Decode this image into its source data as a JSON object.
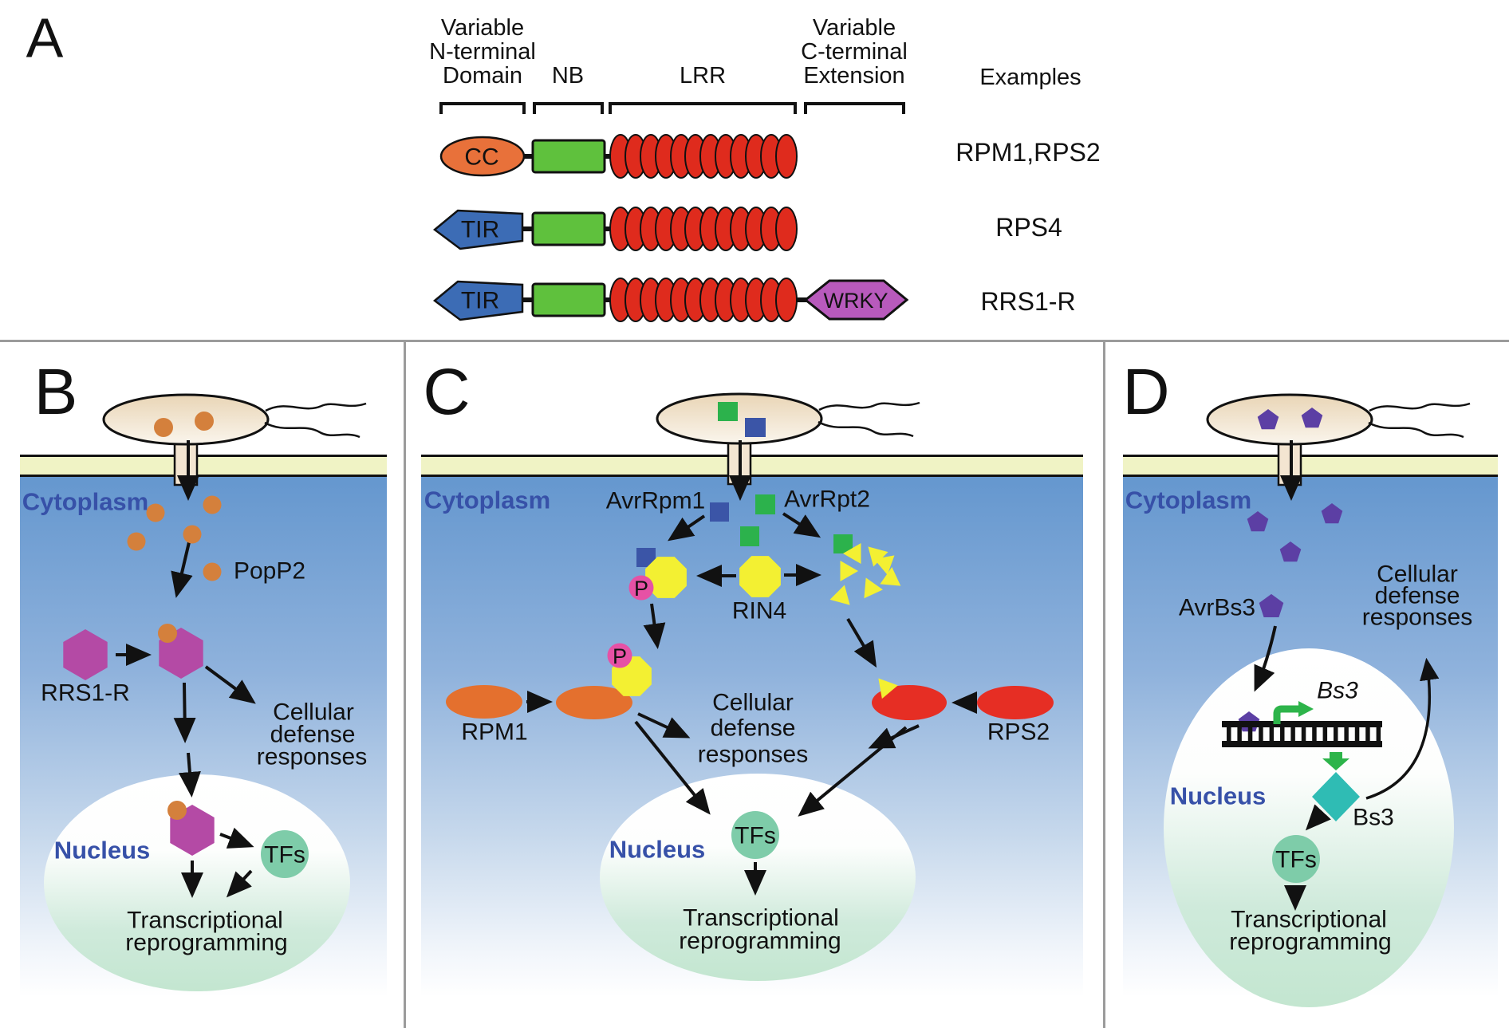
{
  "panelA": {
    "label": "A",
    "headers": {
      "n_terminal": [
        "Variable",
        "N-terminal",
        "Domain"
      ],
      "nb": "NB",
      "lrr": "LRR",
      "c_terminal": [
        "Variable",
        "C-terminal",
        "Extension"
      ],
      "examples": "Examples"
    },
    "rows": [
      {
        "n_domain": "CC",
        "example": "RPM1,RPS2"
      },
      {
        "n_domain": "TIR",
        "example": "RPS4"
      },
      {
        "n_domain": "TIR",
        "c_extension": "WRKY",
        "example": "RRS1-R"
      }
    ]
  },
  "panelB": {
    "label": "B",
    "cytoplasm": "Cytoplasm",
    "effector": "PopP2",
    "receptor": "RRS1-R",
    "defense": [
      "Cellular",
      "defense",
      "responses"
    ],
    "nucleus": "Nucleus",
    "tfs": "TFs",
    "reprogramming": [
      "Transcriptional",
      "reprogramming"
    ]
  },
  "panelC": {
    "label": "C",
    "cytoplasm": "Cytoplasm",
    "effector1": "AvrRpm1",
    "effector2": "AvrRpt2",
    "guardee": "RIN4",
    "phospho": "P",
    "receptor1": "RPM1",
    "receptor2": "RPS2",
    "defense": [
      "Cellular",
      "defense",
      "responses"
    ],
    "nucleus": "Nucleus",
    "tfs": "TFs",
    "reprogramming": [
      "Transcriptional",
      "reprogramming"
    ]
  },
  "panelD": {
    "label": "D",
    "cytoplasm": "Cytoplasm",
    "effector": "AvrBs3",
    "gene": "Bs3",
    "protein": "Bs3",
    "defense": [
      "Cellular",
      "defense",
      "responses"
    ],
    "nucleus": "Nucleus",
    "tfs": "TFs",
    "reprogramming": [
      "Transcriptional",
      "reprogramming"
    ]
  },
  "colors": {
    "cc_orange": "#e8713a",
    "tir_blue": "#3c6cb5",
    "nb_green": "#5fc13d",
    "lrr_red": "#df2b1d",
    "wrky_purple": "#b85abc",
    "rrs1_magenta": "#b44aa5",
    "popp2_orange": "#d4803c",
    "rin4_yellow": "#f3f032",
    "phospho_pink": "#e651a5",
    "avrrpm1_blue": "#3b55a7",
    "avrrpt2_green": "#2cb24c",
    "rpm1_orange": "#e4702e",
    "rps2_red": "#e62e24",
    "avrbs3_purple": "#5c3fa4",
    "bs3_teal": "#2fbcb4",
    "promoter_green": "#2db44a",
    "tfs_green": "#7ecca9",
    "label_blue": "#3751a8",
    "membrane_yellow": "#f0f3c5",
    "cytoplasm_blue": "#6397ce",
    "nucleus_green": "#c3e6d0",
    "bacterium_beige": "#e9d5b6"
  }
}
